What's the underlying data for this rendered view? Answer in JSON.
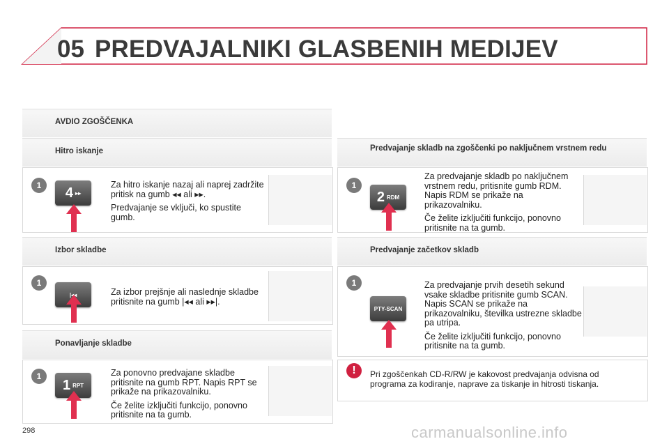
{
  "header": {
    "number": "05",
    "title": "PREDVAJALNIKI GLASBENIH MEDIJEV"
  },
  "left": {
    "audio_cd": "AVDIO ZGOŠČENKA",
    "fast_search": {
      "title": "Hitro iskanje",
      "badge": "1",
      "button_big": "4",
      "button_small": "▸▸",
      "p1": "Za hitro iskanje nazaj ali naprej zadržite pritisk na gumb ◂◂ ali ▸▸.",
      "p2": "Predvajanje se vključi, ko spustite gumb."
    },
    "track_select": {
      "title": "Izbor skladbe",
      "badge": "1",
      "button_small": "|◂◂",
      "p1": "Za izbor prejšnje ali naslednje skladbe pritisnite na gumb |◂◂ ali ▸▸|."
    },
    "repeat": {
      "title": "Ponavljanje skladbe",
      "badge": "1",
      "button_big": "1",
      "button_small": "RPT",
      "p1": "Za ponovno predvajane skladbe pritisnite na gumb RPT. Napis RPT se prikaže na prikazovalniku.",
      "p2": "Če želite izključiti funkcijo, ponovno pritisnite na ta gumb."
    }
  },
  "right": {
    "random": {
      "title": "Predvajanje skladb na zgoščenki po naključnem vrstnem redu",
      "badge": "1",
      "button_big": "2",
      "button_small": "RDM",
      "p1": "Za predvajanje skladb po naključnem vrstnem redu, pritisnite gumb RDM. Napis RDM se prikaže na prikazovalniku.",
      "p2": "Če želite izključiti funkcijo, ponovno pritisnite na ta gumb."
    },
    "intro": {
      "title": "Predvajanje začetkov skladb",
      "badge": "1",
      "button_small": "PTY-SCAN",
      "p1": "Za predvajanje prvih desetih sekund vsake skladbe pritisnite gumb SCAN. Napis SCAN se prikaže na prikazovalniku, številka ustrezne skladbe pa utripa.",
      "p2": "Če želite izključiti funkcijo, ponovno pritisnite na ta gumb."
    },
    "note": {
      "badge": "!",
      "p1": "Pri zgoščenkah CD-R/RW je kakovost predvajanja odvisna od programa za kodiranje, naprave za tiskanje in hitrosti tiskanja."
    }
  },
  "footer": {
    "page": "298",
    "watermark": "carmanualsonline.info"
  },
  "colors": {
    "accent": "#d02040",
    "arrow": "#e03050",
    "badge": "#7a7a7a"
  }
}
